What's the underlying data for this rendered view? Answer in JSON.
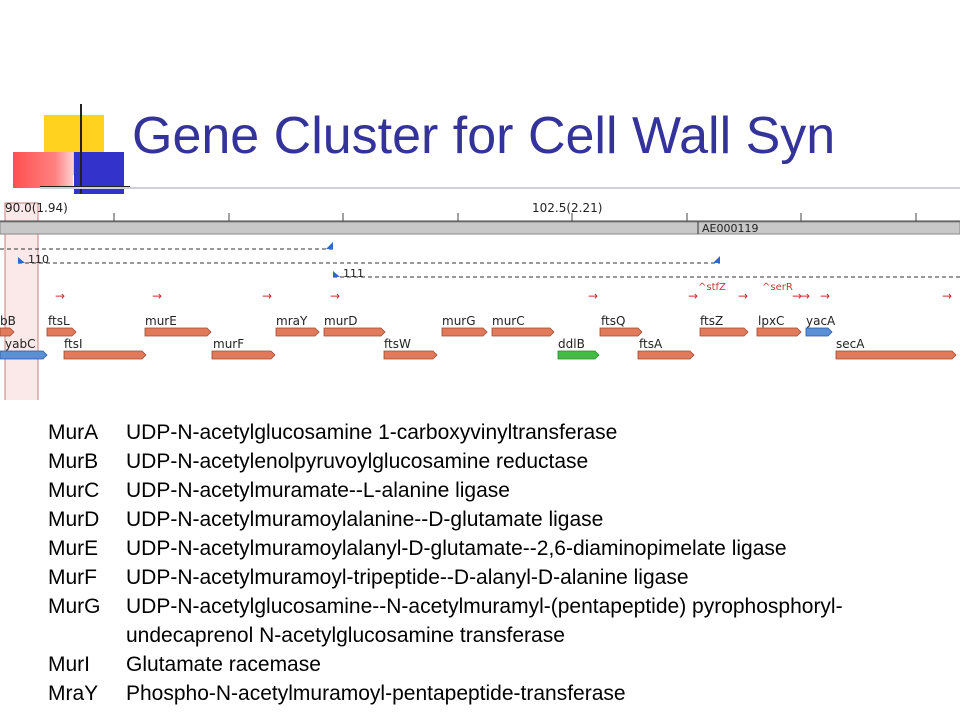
{
  "slide": {
    "title": "Gene Cluster for Cell Wall Syn"
  },
  "browser": {
    "scale_labels": [
      "90.0(1.94)",
      "102.5(2.21)"
    ],
    "accession": "AE000119",
    "contig_labels": [
      "110",
      "111"
    ],
    "site_labels": [
      "^stfZ",
      "^serR"
    ],
    "genes_forward": [
      "bB",
      "ftsL",
      "murE",
      "mraY",
      "murD",
      "murG",
      "murC",
      "ftsQ",
      "ftsZ",
      "lpxC",
      "yacA"
    ],
    "genes_lower": [
      "yabC",
      "ftsI",
      "murF",
      "ftsW",
      "ddlB",
      "ftsA",
      "secA"
    ]
  },
  "enzymes": [
    {
      "symbol": "MurA",
      "name": "UDP-N-acetylglucosamine 1-carboxyvinyltransferase"
    },
    {
      "symbol": "MurB",
      "name": "UDP-N-acetylenolpyruvoylglucosamine reductase"
    },
    {
      "symbol": "MurC",
      "name": "UDP-N-acetylmuramate--L-alanine ligase"
    },
    {
      "symbol": "MurD",
      "name": "UDP-N-acetylmuramoylalanine--D-glutamate ligase"
    },
    {
      "symbol": "MurE",
      "name": "UDP-N-acetylmuramoylalanyl-D-glutamate--2,6-diaminopimelate ligase"
    },
    {
      "symbol": "MurF",
      "name": "UDP-N-acetylmuramoyl-tripeptide--D-alanyl-D-alanine ligase"
    },
    {
      "symbol": "MurG",
      "name": "UDP-N-acetylglucosamine--N-acetylmuramyl-(pentapeptide) pyrophosphoryl-"
    },
    {
      "symbol": "",
      "name": "undecaprenol N-acetylglucosamine transferase"
    },
    {
      "symbol": "MurI",
      "name": "Glutamate racemase"
    },
    {
      "symbol": "MraY",
      "name": "Phospho-N-acetylmuramoyl-pentapeptide-transferase"
    }
  ],
  "colors": {
    "title": "#333399",
    "gene_orange": "#e07a5a",
    "gene_blue": "#5b8fd6",
    "gene_green": "#44bb44",
    "site_red": "#cc3333"
  }
}
